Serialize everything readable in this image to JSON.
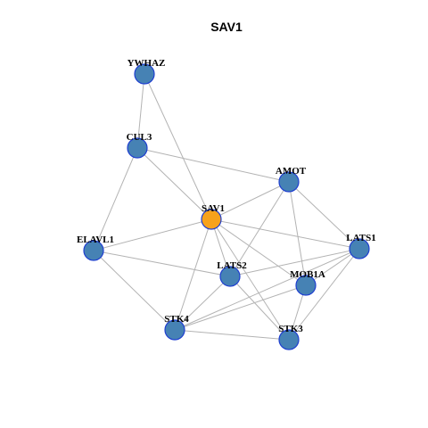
{
  "title": "SAV1",
  "colors": {
    "focus_fill": "#f7a21b",
    "node_fill": "#4682b4",
    "node_stroke": "#1f3fd0",
    "edge": "#b3b3b3"
  },
  "nodes": [
    {
      "id": "YWHAZ",
      "focus": false
    },
    {
      "id": "CUL3",
      "focus": false
    },
    {
      "id": "AMOT",
      "focus": false
    },
    {
      "id": "SAV1",
      "focus": true
    },
    {
      "id": "ELAVL1",
      "focus": false
    },
    {
      "id": "LATS1",
      "focus": false
    },
    {
      "id": "LATS2",
      "focus": false
    },
    {
      "id": "MOB1A",
      "focus": false
    },
    {
      "id": "STK4",
      "focus": false
    },
    {
      "id": "STK3",
      "focus": false
    }
  ],
  "edges": [
    [
      "YWHAZ",
      "CUL3"
    ],
    [
      "YWHAZ",
      "SAV1"
    ],
    [
      "CUL3",
      "SAV1"
    ],
    [
      "CUL3",
      "AMOT"
    ],
    [
      "CUL3",
      "ELAVL1"
    ],
    [
      "AMOT",
      "SAV1"
    ],
    [
      "AMOT",
      "LATS1"
    ],
    [
      "AMOT",
      "LATS2"
    ],
    [
      "AMOT",
      "MOB1A"
    ],
    [
      "SAV1",
      "ELAVL1"
    ],
    [
      "SAV1",
      "LATS1"
    ],
    [
      "SAV1",
      "LATS2"
    ],
    [
      "SAV1",
      "MOB1A"
    ],
    [
      "SAV1",
      "STK4"
    ],
    [
      "SAV1",
      "STK3"
    ],
    [
      "ELAVL1",
      "LATS2"
    ],
    [
      "ELAVL1",
      "STK4"
    ],
    [
      "LATS2",
      "LATS1"
    ],
    [
      "LATS2",
      "STK4"
    ],
    [
      "LATS2",
      "STK3"
    ],
    [
      "MOB1A",
      "LATS1"
    ],
    [
      "MOB1A",
      "STK4"
    ],
    [
      "MOB1A",
      "STK3"
    ],
    [
      "LATS1",
      "STK4"
    ],
    [
      "LATS1",
      "STK3"
    ],
    [
      "STK4",
      "STK3"
    ]
  ]
}
